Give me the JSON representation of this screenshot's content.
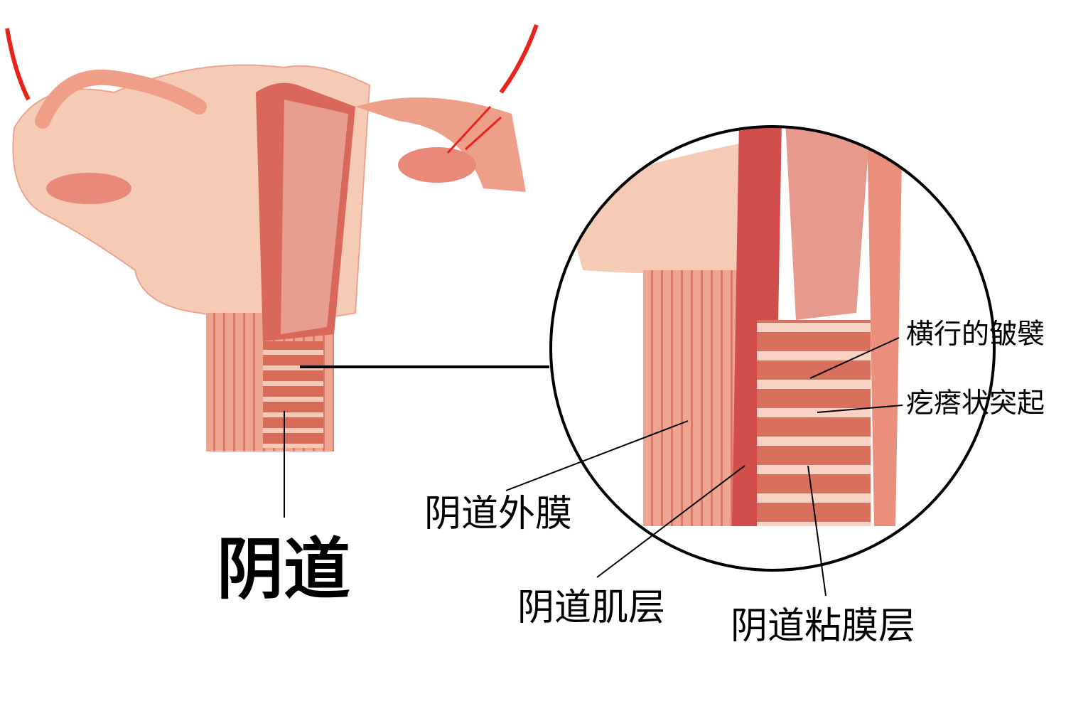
{
  "title": "阴道",
  "labels": {
    "adventitia": "阴道外膜",
    "muscularis": "阴道肌层",
    "mucosa": "阴道粘膜层",
    "transverse_folds": "横行的皱襞",
    "papillae": "疙瘩状突起"
  },
  "colors": {
    "tissue_light": "#f6c9b3",
    "tissue_mid": "#e9907a",
    "muscle": "#d9675a",
    "artery": "#e8231c",
    "mucosa_stripe": "#fbd9cc"
  }
}
